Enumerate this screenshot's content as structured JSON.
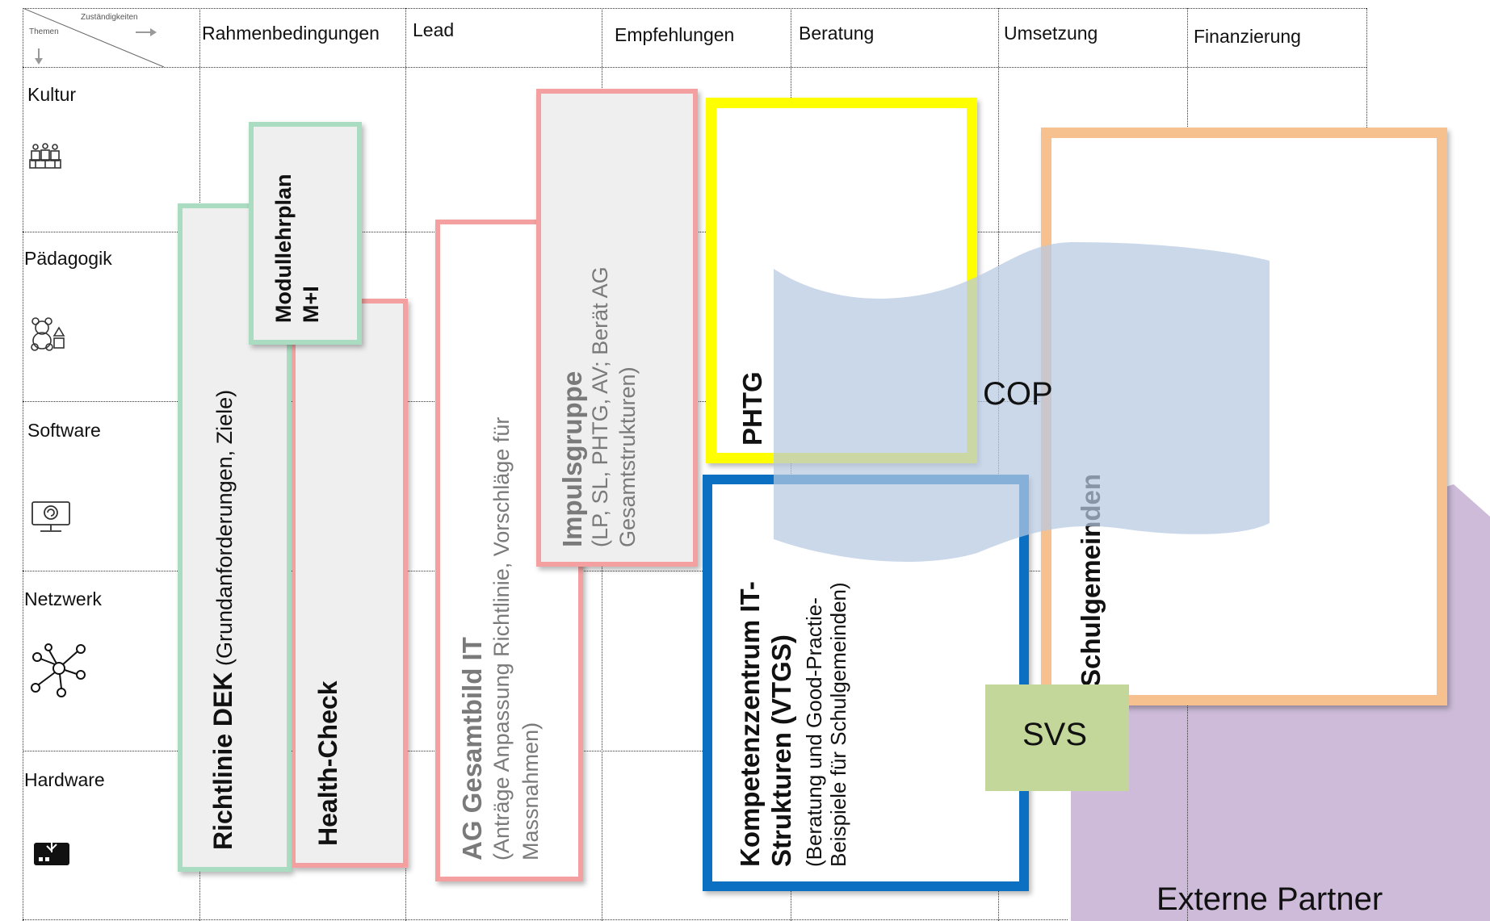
{
  "corner": {
    "top_label": "Zuständigkeiten",
    "left_label": "Themen"
  },
  "columns": [
    "Rahmenbedingungen",
    "Lead",
    "Empfehlungen",
    "Beratung",
    "Umsetzung",
    "Finanzierung"
  ],
  "rows": [
    "Kultur",
    "Pädagogik",
    "Software",
    "Netzwerk",
    "Hardware"
  ],
  "icons": [
    "people-group-icon",
    "toys-icon",
    "monitor-icon",
    "network-icon",
    "hard-drive-icon"
  ],
  "boxes": {
    "richtlinie": {
      "title": "Richtlinie DEK",
      "sub": " (Grundanforderungen, Ziele)"
    },
    "modullehrplan": {
      "line1": "Modullehrplan",
      "line2": "M+I"
    },
    "healthcheck": {
      "title": "Health-Check"
    },
    "ag_gesamtbild": {
      "title": "AG Gesamtbild IT",
      "sub1": "(Anträge Anpassung Richtlinie, Vorschläge für",
      "sub2": "Massnahmen)"
    },
    "impulsgruppe": {
      "title": "Impulsgruppe",
      "sub1": "(LP, SL, PHTG, AV; Berät AG",
      "sub2": "Gesamtstrukturen)"
    },
    "phtg": {
      "title": "PHTG"
    },
    "kompetenz": {
      "title1": "Kompetenzzentrum IT-",
      "title2": "Strukturen (VTGS)",
      "sub1": "(Beratung und Good-Practie-",
      "sub2": "Beispiele für Schulgemeinden)"
    },
    "cop": {
      "label": "COP"
    },
    "schulgemeinden": {
      "title": "Schulgemeinden"
    },
    "svs": {
      "label": "SVS"
    },
    "externe": {
      "label": "Externe Partner"
    }
  },
  "colors": {
    "green": "#a9dcc0",
    "red": "#f4a0a0",
    "yellow": "#ffff00",
    "blue": "#0b6fc2",
    "orange": "#f7c08f",
    "purple": "#cdbbd9",
    "cop_blue": "#c6d4e6",
    "svs_green": "#c4d79b",
    "box_fill": "#efefef"
  }
}
